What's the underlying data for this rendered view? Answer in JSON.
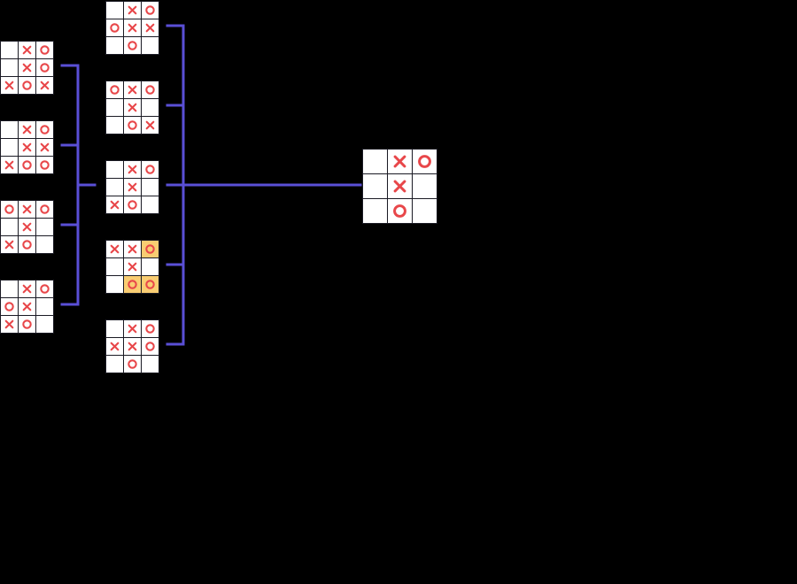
{
  "colors": {
    "background": "#000000",
    "cell": "#ffffff",
    "grid": "#1a1a24",
    "mark": "#e8474a",
    "highlight": "#f9cd72",
    "connector": "#5a4fd6"
  },
  "boards": {
    "leaves": [
      {
        "cells": [
          "",
          "X",
          "O",
          "",
          "X",
          "O",
          "X",
          "O",
          "X"
        ],
        "highlight": []
      },
      {
        "cells": [
          "",
          "X",
          "O",
          "",
          "X",
          "X",
          "X",
          "O",
          "O"
        ],
        "highlight": []
      },
      {
        "cells": [
          "O",
          "X",
          "O",
          "",
          "X",
          "",
          "X",
          "O",
          ""
        ],
        "highlight": []
      },
      {
        "cells": [
          "",
          "X",
          "O",
          "O",
          "X",
          "",
          "X",
          "O",
          ""
        ],
        "highlight": []
      }
    ],
    "middle": [
      {
        "cells": [
          "",
          "X",
          "O",
          "O",
          "X",
          "X",
          "",
          "O",
          ""
        ],
        "highlight": []
      },
      {
        "cells": [
          "O",
          "X",
          "O",
          "",
          "X",
          "",
          "",
          "O",
          "X"
        ],
        "highlight": []
      },
      {
        "cells": [
          "",
          "X",
          "O",
          "",
          "X",
          "",
          "X",
          "O",
          ""
        ],
        "highlight": []
      },
      {
        "cells": [
          "X",
          "X",
          "O",
          "",
          "X",
          "",
          "",
          "O",
          "O"
        ],
        "highlight": [
          2,
          7,
          8
        ]
      },
      {
        "cells": [
          "",
          "X",
          "O",
          "X",
          "X",
          "O",
          "",
          "O",
          ""
        ],
        "highlight": []
      }
    ],
    "root": {
      "cells": [
        "",
        "X",
        "O",
        "",
        "X",
        "",
        "",
        "O",
        ""
      ],
      "highlight": []
    }
  }
}
